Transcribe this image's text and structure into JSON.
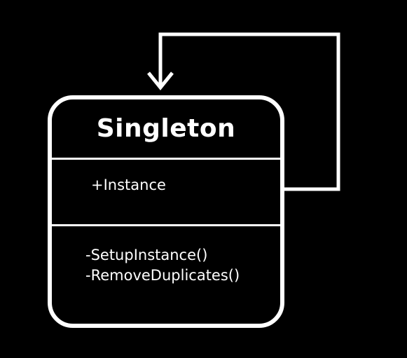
{
  "diagram": {
    "class": {
      "name": "Singleton",
      "attributes": [
        "+Instance"
      ],
      "operations": [
        "-SetupInstance()",
        "-RemoveDuplicates()"
      ]
    },
    "self_association": {
      "arrow_icon": "open-arrowhead-icon"
    },
    "colors": {
      "background": "#000000",
      "foreground": "#ffffff"
    }
  }
}
